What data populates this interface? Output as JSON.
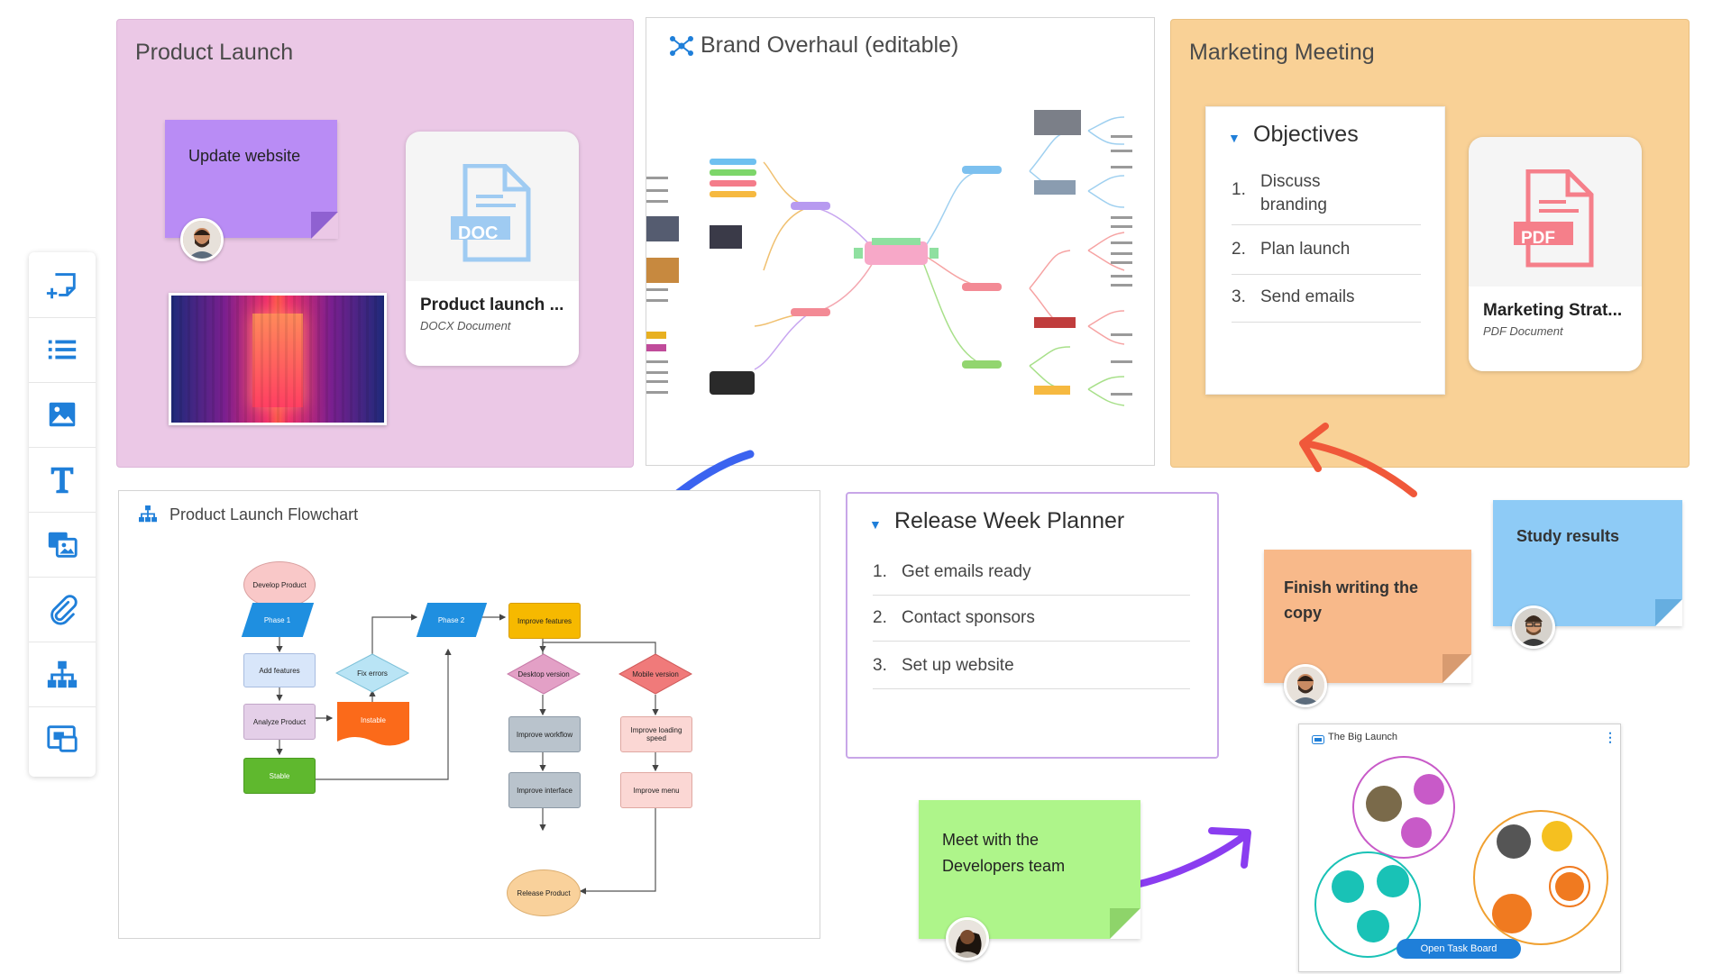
{
  "toolbar": {
    "tools": [
      {
        "icon": "sticky-note-add-icon"
      },
      {
        "icon": "list-icon"
      },
      {
        "icon": "image-icon"
      },
      {
        "icon": "text-icon"
      },
      {
        "icon": "media-icon"
      },
      {
        "icon": "attachment-icon"
      },
      {
        "icon": "flowchart-icon"
      },
      {
        "icon": "embed-board-icon"
      }
    ],
    "accent": "#1f7fd9"
  },
  "product_launch": {
    "title": "Product Launch",
    "color": "#ebc8e6",
    "note": {
      "text": "Update website",
      "color": "#b98cf5"
    },
    "doc_card": {
      "badge": "DOC",
      "name": "Product launch ...",
      "type": "DOCX Document"
    }
  },
  "brand_overhaul": {
    "title": "Brand Overhaul (editable)"
  },
  "marketing_meeting": {
    "title": "Marketing Meeting",
    "color": "#f9d196",
    "objectives": {
      "title": "Objectives",
      "items": [
        {
          "num": "1.",
          "text": "Discuss branding"
        },
        {
          "num": "2.",
          "text": "Plan launch"
        },
        {
          "num": "3.",
          "text": "Send emails"
        }
      ]
    },
    "pdf_card": {
      "badge": "PDF",
      "name": "Marketing Strat...",
      "type": "PDF Document"
    }
  },
  "flowchart": {
    "title": "Product Launch Flowchart",
    "nodes": {
      "develop": "Develop Product",
      "phase1": "Phase 1",
      "add_features": "Add features",
      "fix_errors": "Fix errors",
      "analyze": "Analyze Product",
      "instable": "Instable",
      "stable": "Stable",
      "phase2": "Phase 2",
      "improve_features": "Improve features",
      "desktop": "Desktop version",
      "mobile": "Mobile version",
      "improve_workflow": "Improve workflow",
      "improve_loading": "Improve loading speed",
      "improve_interface": "Improve interface",
      "improve_menu": "Improve menu",
      "release": "Release Product"
    }
  },
  "release_planner": {
    "title": "Release Week Planner",
    "items": [
      {
        "num": "1.",
        "text": "Get emails ready"
      },
      {
        "num": "2.",
        "text": "Contact sponsors"
      },
      {
        "num": "3.",
        "text": "Set up website"
      }
    ]
  },
  "notes": {
    "finish_copy": {
      "text": "Finish writing the copy",
      "color": "#f8b98a"
    },
    "study": {
      "text": "Study results",
      "color": "#8ecbf6"
    },
    "meet_dev": {
      "text": "Meet with the Developers team",
      "color": "#aef58a"
    }
  },
  "big_launch": {
    "title": "The Big Launch",
    "button": "Open Task Board"
  }
}
